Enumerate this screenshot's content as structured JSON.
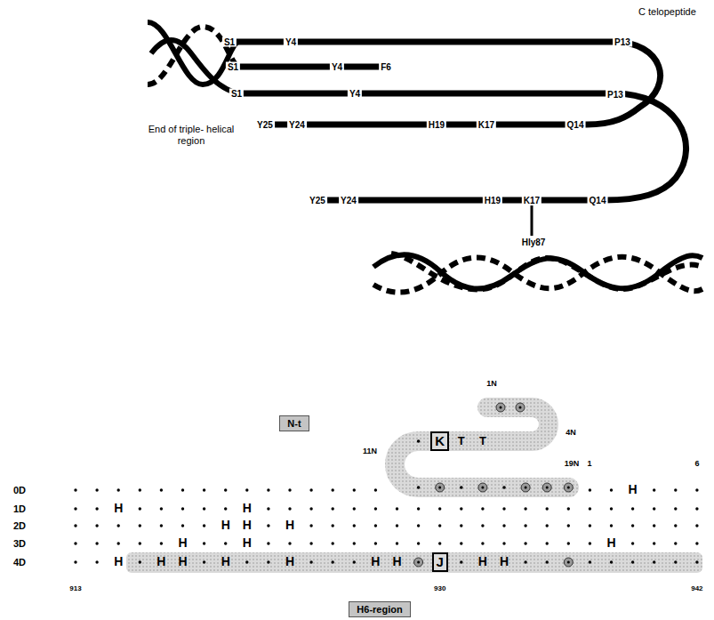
{
  "diagram": {
    "nodes": [
      {
        "text": [
          "N-t"
        ]
      },
      {
        "text": [
          "K"
        ]
      },
      {
        "text": [
          "J"
        ]
      },
      {
        "text": [
          "H6-region"
        ]
      }
    ],
    "labels": [
      "C telopeptide",
      "S1",
      "Y4",
      "P13",
      "S1",
      "Y4",
      "F6",
      "S1",
      "Y4",
      "P13",
      "Y25",
      "Y24",
      "H19",
      "K17",
      "Q14",
      "End of triple- helical region",
      "Y25",
      "Y24",
      "H19",
      "K17",
      "Q14",
      "Hly87",
      "1N",
      "4N",
      "11N",
      "19N",
      "1",
      "6",
      "T",
      "T",
      "0D",
      "1D",
      "2D",
      "3D",
      "4D",
      "H",
      "H",
      "H",
      "H",
      "H",
      "H",
      "H",
      "H",
      "H",
      "H",
      "H",
      "H",
      "H",
      "H",
      "H",
      "H",
      "H",
      "H",
      "913",
      "930",
      "942"
    ]
  }
}
